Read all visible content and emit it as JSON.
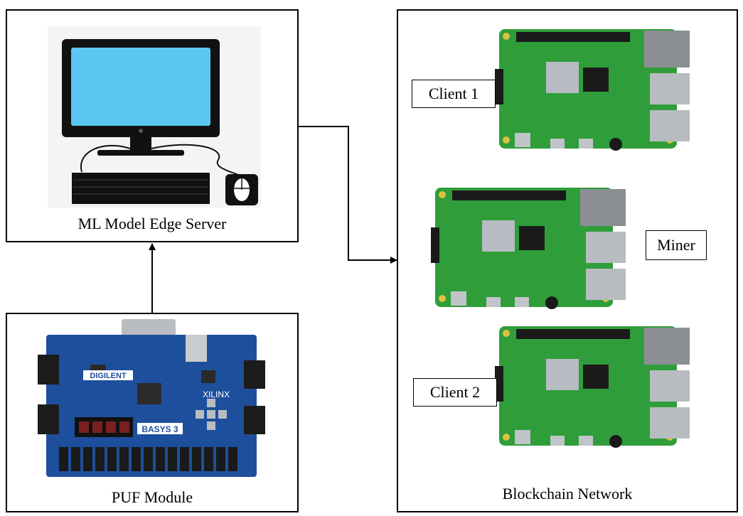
{
  "nodes": {
    "server": {
      "label": "ML Model Edge Server"
    },
    "puf": {
      "label": "PUF Module",
      "board_brand": "DIGILENT",
      "board_name": "BASYS 3",
      "fpga_brand": "XILINX"
    },
    "blockchain": {
      "label": "Blockchain Network"
    },
    "client1": {
      "label": "Client 1"
    },
    "miner": {
      "label": "Miner"
    },
    "client2": {
      "label": "Client 2"
    }
  },
  "connections": [
    {
      "from": "puf",
      "to": "server"
    },
    {
      "from": "server",
      "to": "blockchain"
    }
  ],
  "colors": {
    "border": "#000000",
    "screen": "#5bc6f2",
    "pcb_green": "#2f9e3a",
    "fpga_blue": "#1e4f9c"
  },
  "icons": [
    "computer-icon",
    "fpga-board-icon",
    "raspberry-pi-icon"
  ]
}
